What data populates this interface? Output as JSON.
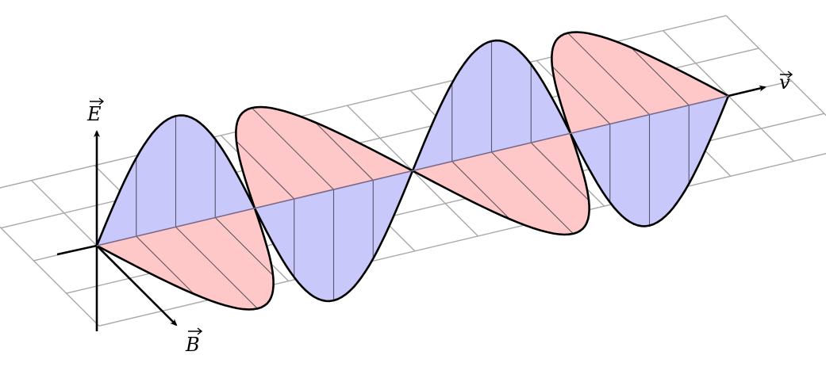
{
  "labels": {
    "e_field": "E",
    "b_field": "B",
    "velocity": "v"
  },
  "colors": {
    "e_fill": "#c8c8fa",
    "b_fill": "#ffc8c8",
    "grid": "#a8a8a8",
    "curve": "#000000"
  },
  "wave": {
    "half_wavelengths": 4,
    "e_starts_positive": true,
    "b_starts_positive": true
  }
}
